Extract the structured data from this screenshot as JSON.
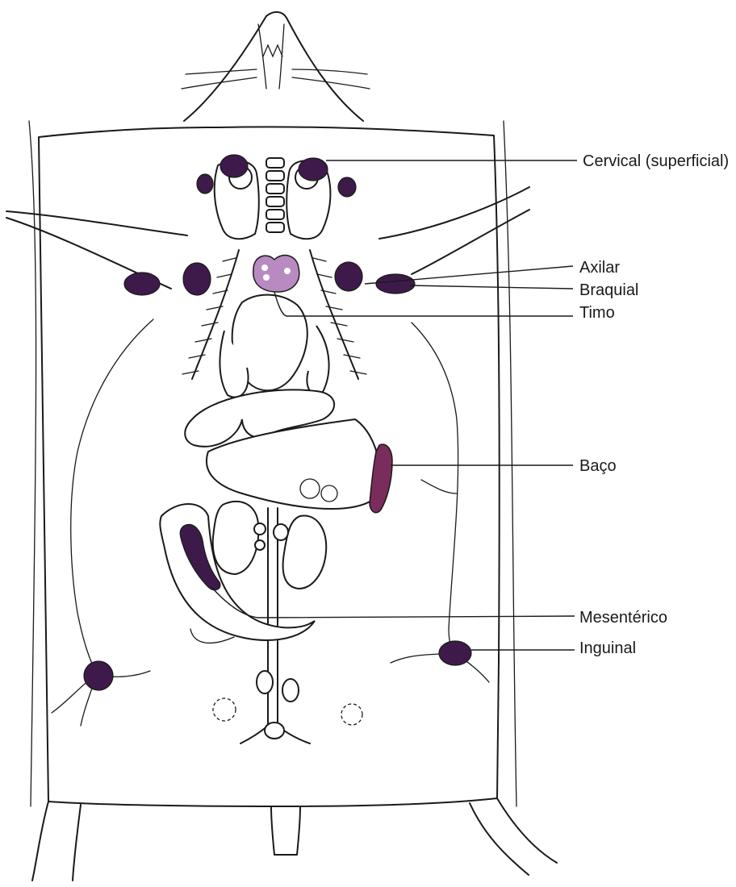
{
  "colors": {
    "lymph_node": "#3d1a4a",
    "thymus": "#b98ac2",
    "spleen": "#7a2c5c",
    "ink": "#1a1a1a"
  },
  "labels": {
    "cervical": "Cervical (superficial)",
    "axilar": "Axilar",
    "braquial": "Braquial",
    "timo": "Timo",
    "baco": "Baço",
    "mesenterico": "Mesentérico",
    "inguinal": "Inguinal"
  }
}
